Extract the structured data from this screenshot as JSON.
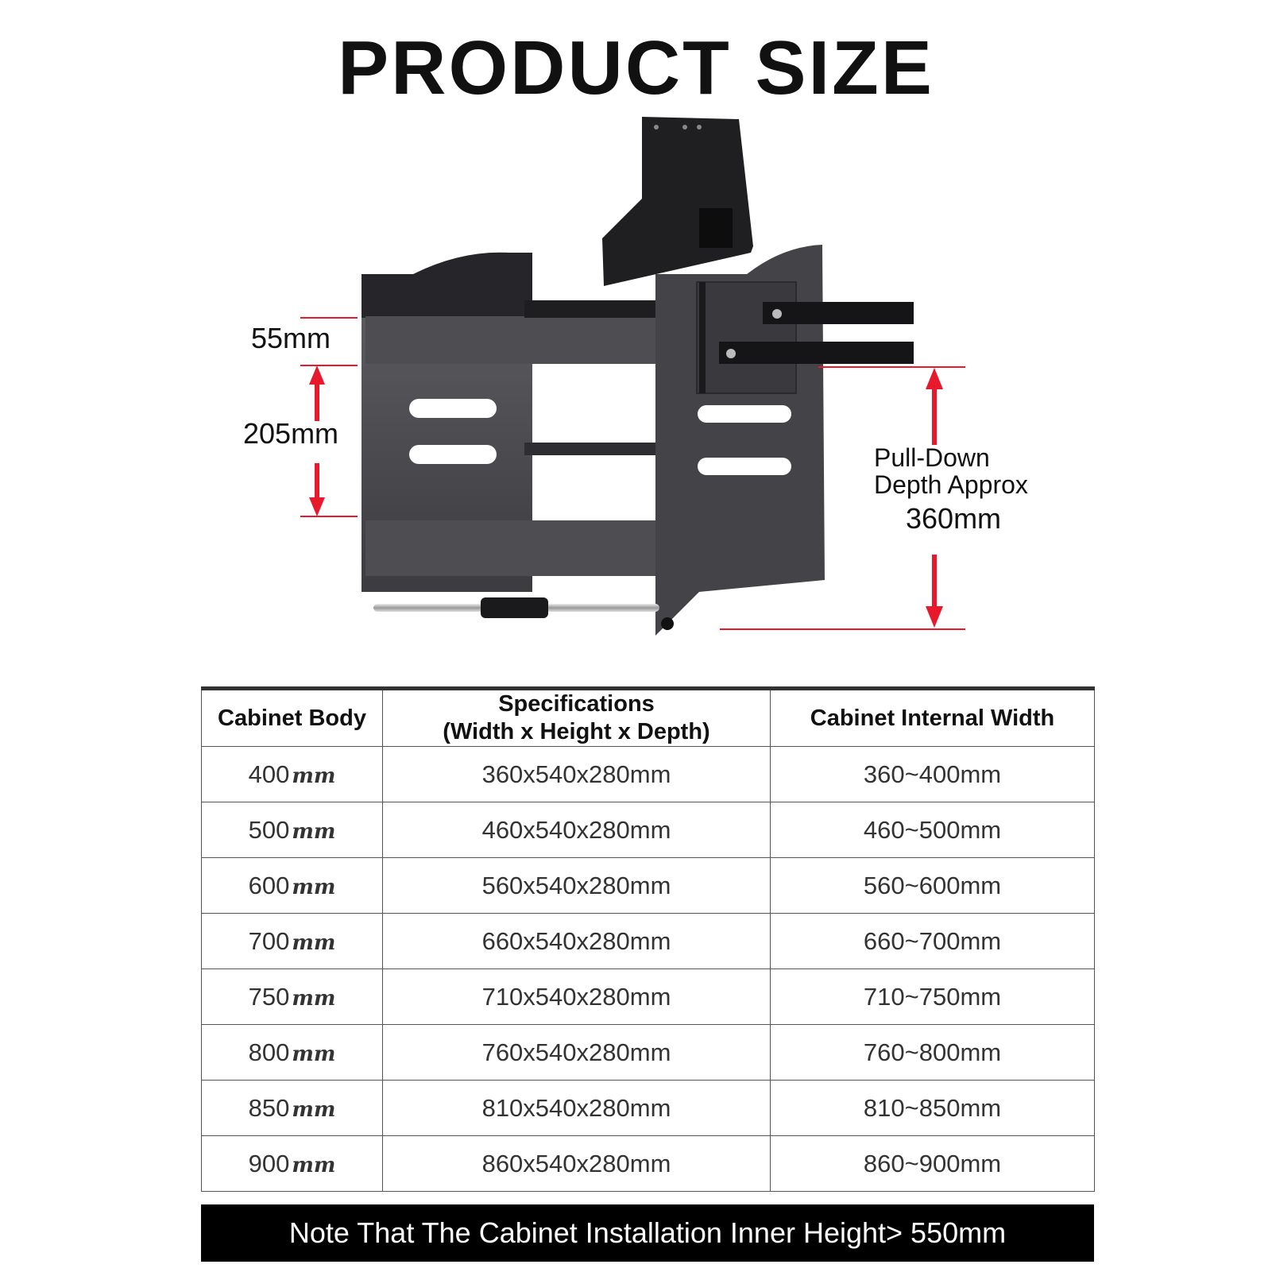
{
  "title": "PRODUCT SIZE",
  "diagram": {
    "dim_top": "55mm",
    "dim_middle": "205mm",
    "pull_line1": "Pull-Down",
    "pull_line2": "Depth Approx",
    "pull_value": "360mm"
  },
  "table": {
    "headers": {
      "col1": "Cabinet Body",
      "col2_line1": "Specifications",
      "col2_line2": "(Width x Height x Depth)",
      "col3": "Cabinet Internal Width"
    },
    "rows": [
      {
        "body": "400",
        "unit": "mm",
        "spec": "360x540x280mm",
        "internal": "360~400mm"
      },
      {
        "body": "500",
        "unit": "mm",
        "spec": "460x540x280mm",
        "internal": "460~500mm"
      },
      {
        "body": "600",
        "unit": "mm",
        "spec": "560x540x280mm",
        "internal": "560~600mm"
      },
      {
        "body": "700",
        "unit": "mm",
        "spec": "660x540x280mm",
        "internal": "660~700mm"
      },
      {
        "body": "750",
        "unit": "mm",
        "spec": "710x540x280mm",
        "internal": "710~750mm"
      },
      {
        "body": "800",
        "unit": "mm",
        "spec": "760x540x280mm",
        "internal": "760~800mm"
      },
      {
        "body": "850",
        "unit": "mm",
        "spec": "810x540x280mm",
        "internal": "810~850mm"
      },
      {
        "body": "900",
        "unit": "mm",
        "spec": "860x540x280mm",
        "internal": "860~900mm"
      }
    ]
  },
  "note": "Note That The Cabinet Installation Inner Height> 550mm",
  "colors": {
    "arrow": "#e8192c",
    "frame": "#4a4a4e",
    "frame_dark": "#2a2a2c"
  }
}
